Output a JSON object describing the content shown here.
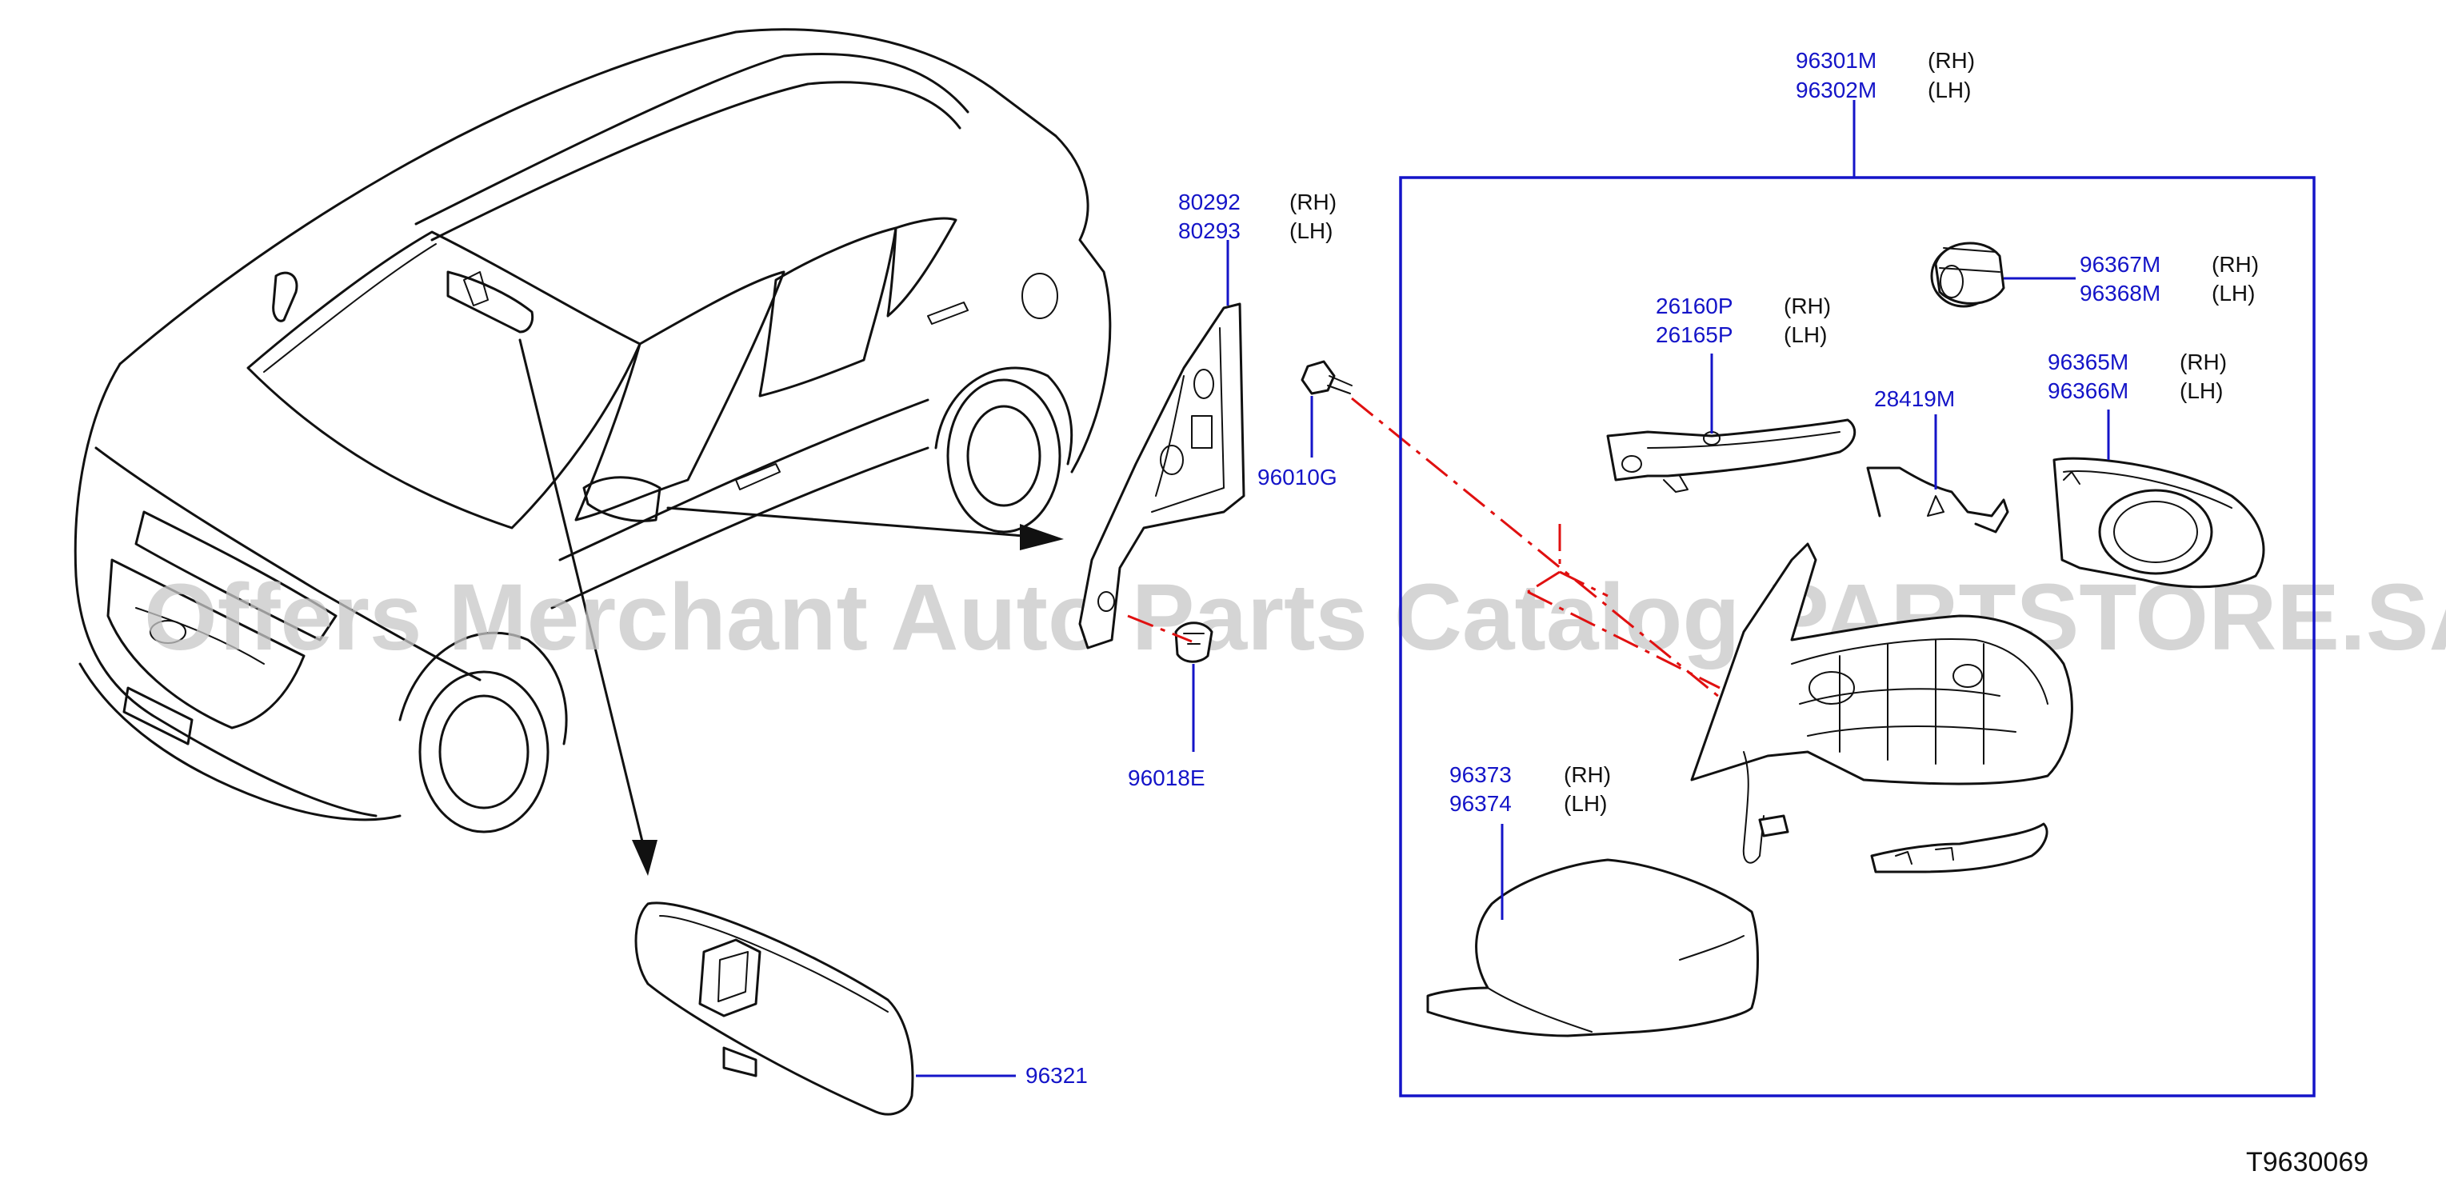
{
  "diagram_id": "T9630069",
  "watermark": "Offers Merchant Auto Parts Catalog PARTSTORE.SA",
  "parts": [
    {
      "lines": [
        {
          "code": "96301M",
          "side": "(RH)"
        },
        {
          "code": "96302M",
          "side": "(LH)"
        }
      ]
    },
    {
      "lines": [
        {
          "code": "80292",
          "side": "(RH)"
        },
        {
          "code": "80293",
          "side": "(LH)"
        }
      ]
    },
    {
      "lines": [
        {
          "code": "96367M",
          "side": "(RH)"
        },
        {
          "code": "96368M",
          "side": "(LH)"
        }
      ]
    },
    {
      "lines": [
        {
          "code": "26160P",
          "side": "(RH)"
        },
        {
          "code": "26165P",
          "side": "(LH)"
        }
      ]
    },
    {
      "lines": [
        {
          "code": "96365M",
          "side": "(RH)"
        },
        {
          "code": "96366M",
          "side": "(LH)"
        }
      ]
    },
    {
      "lines": [
        {
          "code": "28419M",
          "side": ""
        }
      ]
    },
    {
      "lines": [
        {
          "code": "96010G",
          "side": ""
        }
      ]
    },
    {
      "lines": [
        {
          "code": "96018E",
          "side": ""
        }
      ]
    },
    {
      "lines": [
        {
          "code": "96373",
          "side": "(RH)"
        },
        {
          "code": "96374",
          "side": "(LH)"
        }
      ]
    },
    {
      "lines": [
        {
          "code": "96321",
          "side": ""
        }
      ]
    }
  ]
}
